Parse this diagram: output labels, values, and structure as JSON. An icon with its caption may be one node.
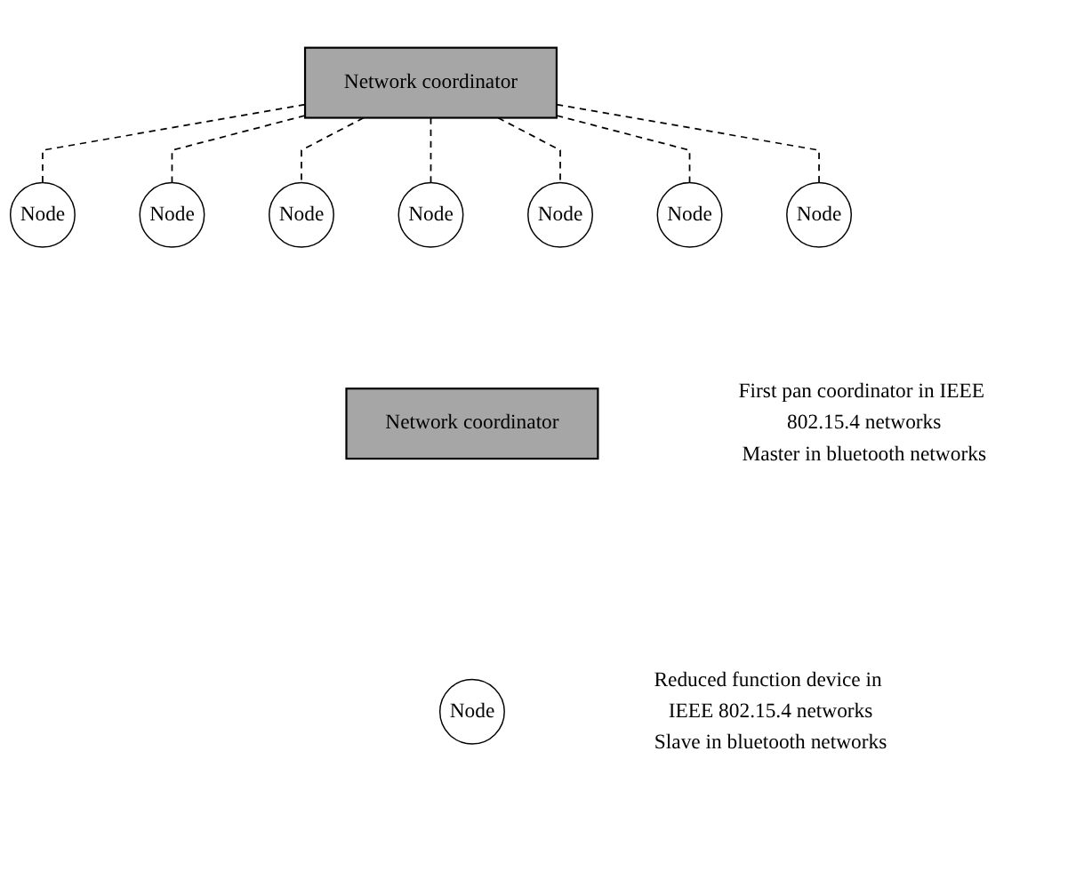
{
  "diagram": {
    "nodes": [
      {
        "text": [
          "Network coordinator"
        ]
      },
      {
        "text": [
          "Node"
        ]
      },
      {
        "text": [
          "Node"
        ]
      },
      {
        "text": [
          "Node"
        ]
      },
      {
        "text": [
          "Node"
        ]
      },
      {
        "text": [
          "Node"
        ]
      },
      {
        "text": [
          "Node"
        ]
      },
      {
        "text": [
          "Node"
        ]
      },
      {
        "text": [
          "Network coordinator"
        ],
        "beside": [
          "First pan coordinator in IEEE 802.15.4 networks",
          "Master in bluetooth networks"
        ]
      },
      {
        "text": [
          "Node"
        ],
        "beside": [
          "Reduced function device in IEEE 802.15.4 networks",
          "Slave in bluetooth networks"
        ]
      }
    ],
    "edges": [
      {
        "from": 0,
        "to": 1,
        "arrow": "none",
        "style": "dashed"
      },
      {
        "from": 0,
        "to": 3,
        "arrow": "none",
        "style": "dashed"
      },
      {
        "from": 0,
        "to": 5,
        "arrow": "none",
        "style": "dashed"
      },
      {
        "from": 0,
        "to": 6,
        "arrow": "none",
        "style": "dashed"
      },
      {
        "from": 0,
        "to": 7,
        "arrow": "none",
        "style": "dashed"
      },
      {
        "from": 0,
        "to": 4,
        "arrow": "none",
        "style": "dashed"
      },
      {
        "from": 0,
        "to": 2,
        "arrow": "none",
        "style": "dashed"
      }
    ]
  }
}
